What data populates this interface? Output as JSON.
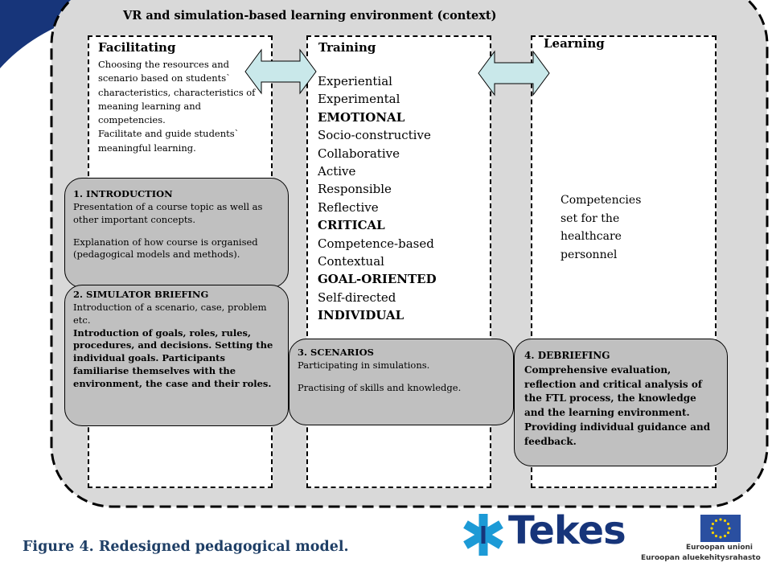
{
  "context_title": "VR and simulation-based learning environment (context)",
  "columns": {
    "facilitating": {
      "title": "Facilitating",
      "body": [
        "Choosing the resources and",
        "scenario based on students`",
        "characteristics, characteristics of",
        "meaning learning and",
        "competencies.",
        "Facilitate and guide students`",
        "meaningful learning."
      ]
    },
    "training": {
      "title": "Training",
      "items": [
        {
          "text": "Experiential",
          "bold": false
        },
        {
          "text": "Experimental",
          "bold": false
        },
        {
          "text": "EMOTIONAL",
          "bold": true
        },
        {
          "text": "Socio-constructive",
          "bold": false
        },
        {
          "text": "Collaborative",
          "bold": false
        },
        {
          "text": "Active",
          "bold": false
        },
        {
          "text": "Responsible",
          "bold": false
        },
        {
          "text": "Reflective",
          "bold": false
        },
        {
          "text": "CRITICAL",
          "bold": true
        },
        {
          "text": "Competence-based",
          "bold": false
        },
        {
          "text": "Contextual",
          "bold": false
        },
        {
          "text": "GOAL-ORIENTED",
          "bold": true
        },
        {
          "text": "Self-directed",
          "bold": false
        },
        {
          "text": "INDIVIDUAL",
          "bold": true
        }
      ]
    },
    "learning": {
      "title": "Learning",
      "competencies": [
        "Competencies",
        "set for the",
        "healthcare",
        "personnel"
      ]
    }
  },
  "phases": {
    "introduction": {
      "title": "1. INTRODUCTION",
      "line1": "Presentation of a course topic as well as other important concepts.",
      "line2": "Explanation of how course is organised (pedagogical models and methods)."
    },
    "briefing": {
      "title": "2. SIMULATOR BRIEFING",
      "line1": "Introduction of a scenario, case, problem etc.",
      "bold_text": "Introduction of goals, roles, rules, procedures, and decisions. Setting the individual goals. Participants familiarise themselves with the environment, the case and their roles."
    },
    "scenarios": {
      "title": "3. SCENARIOS",
      "line1": "Participating in simulations.",
      "line2": "Practising of skills and knowledge."
    },
    "debriefing": {
      "title": "4. DEBRIEFING",
      "bold_text": "Comprehensive evaluation, reflection and critical analysis of the FTL process, the knowledge and the learning environment. Providing individual guidance and feedback."
    }
  },
  "caption": "Figure 4. Redesigned pedagogical model.",
  "logos": {
    "tekes": "Tekes",
    "eu_line1": "Euroopan unioni",
    "eu_line2": "Euroopan aluekehitysrahasto"
  },
  "colors": {
    "context_fill": "#d9d9d9",
    "phase_fill": "#c0c0c0",
    "arrow_fill": "#c9e8ea",
    "caption_color": "#1f3f66",
    "navy_curve": "#17357a",
    "eu_blue": "#2a4fa0",
    "eu_star": "#f5d000",
    "tekes_blue": "#1c9ad6"
  }
}
